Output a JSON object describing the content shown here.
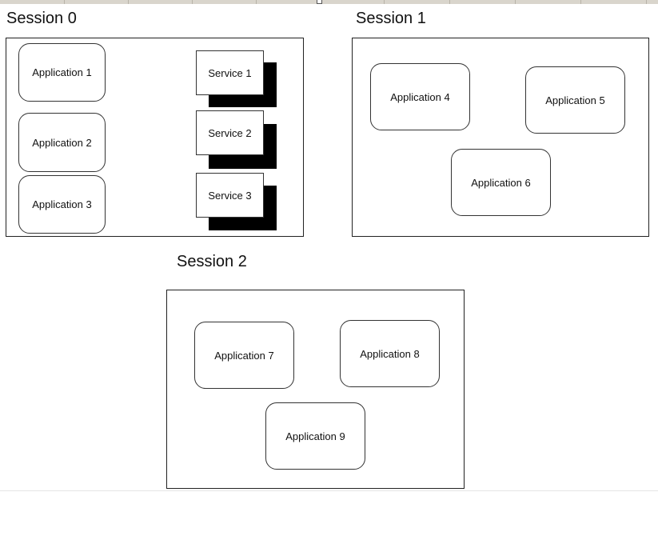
{
  "sessions": [
    {
      "title": "Session 0",
      "applications": [
        "Application 1",
        "Application 2",
        "Application 3"
      ],
      "services": [
        "Service 1",
        "Service 2",
        "Service 3"
      ]
    },
    {
      "title": "Session 1",
      "applications": [
        "Application 4",
        "Application 5",
        "Application 6"
      ]
    },
    {
      "title": "Session 2",
      "applications": [
        "Application 7",
        "Application 8",
        "Application 9"
      ]
    }
  ]
}
